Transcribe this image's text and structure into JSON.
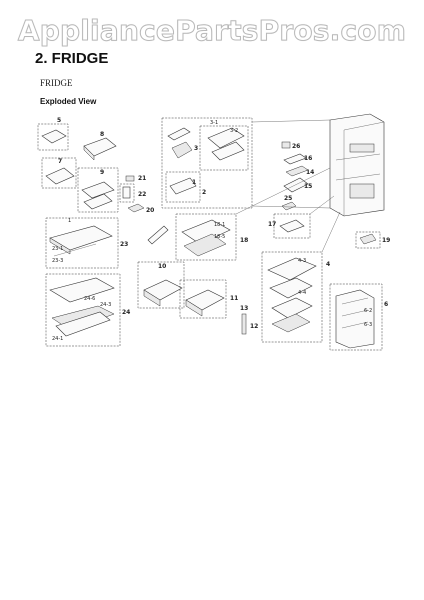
{
  "watermark": "AppliancePartsPros.com",
  "header": {
    "section_title": "2.  FRIDGE",
    "subtitle": "FRIDGE",
    "view_label": "Exploded View"
  },
  "diagram": {
    "part_numbers": {
      "p1": "1",
      "p2": "2",
      "p3": "3",
      "p4": "4",
      "p5": "5",
      "p6": "6",
      "p7": "7",
      "p8": "8",
      "p9": "9",
      "p10": "10",
      "p11": "11",
      "p12": "12",
      "p13": "13",
      "p14": "14",
      "p15": "15",
      "p16": "16",
      "p17": "17",
      "p18": "18",
      "p19": "19",
      "p20": "20",
      "p21": "21",
      "p22": "22",
      "p23": "23",
      "p24": "24",
      "p25": "25",
      "p26": "26"
    }
  }
}
